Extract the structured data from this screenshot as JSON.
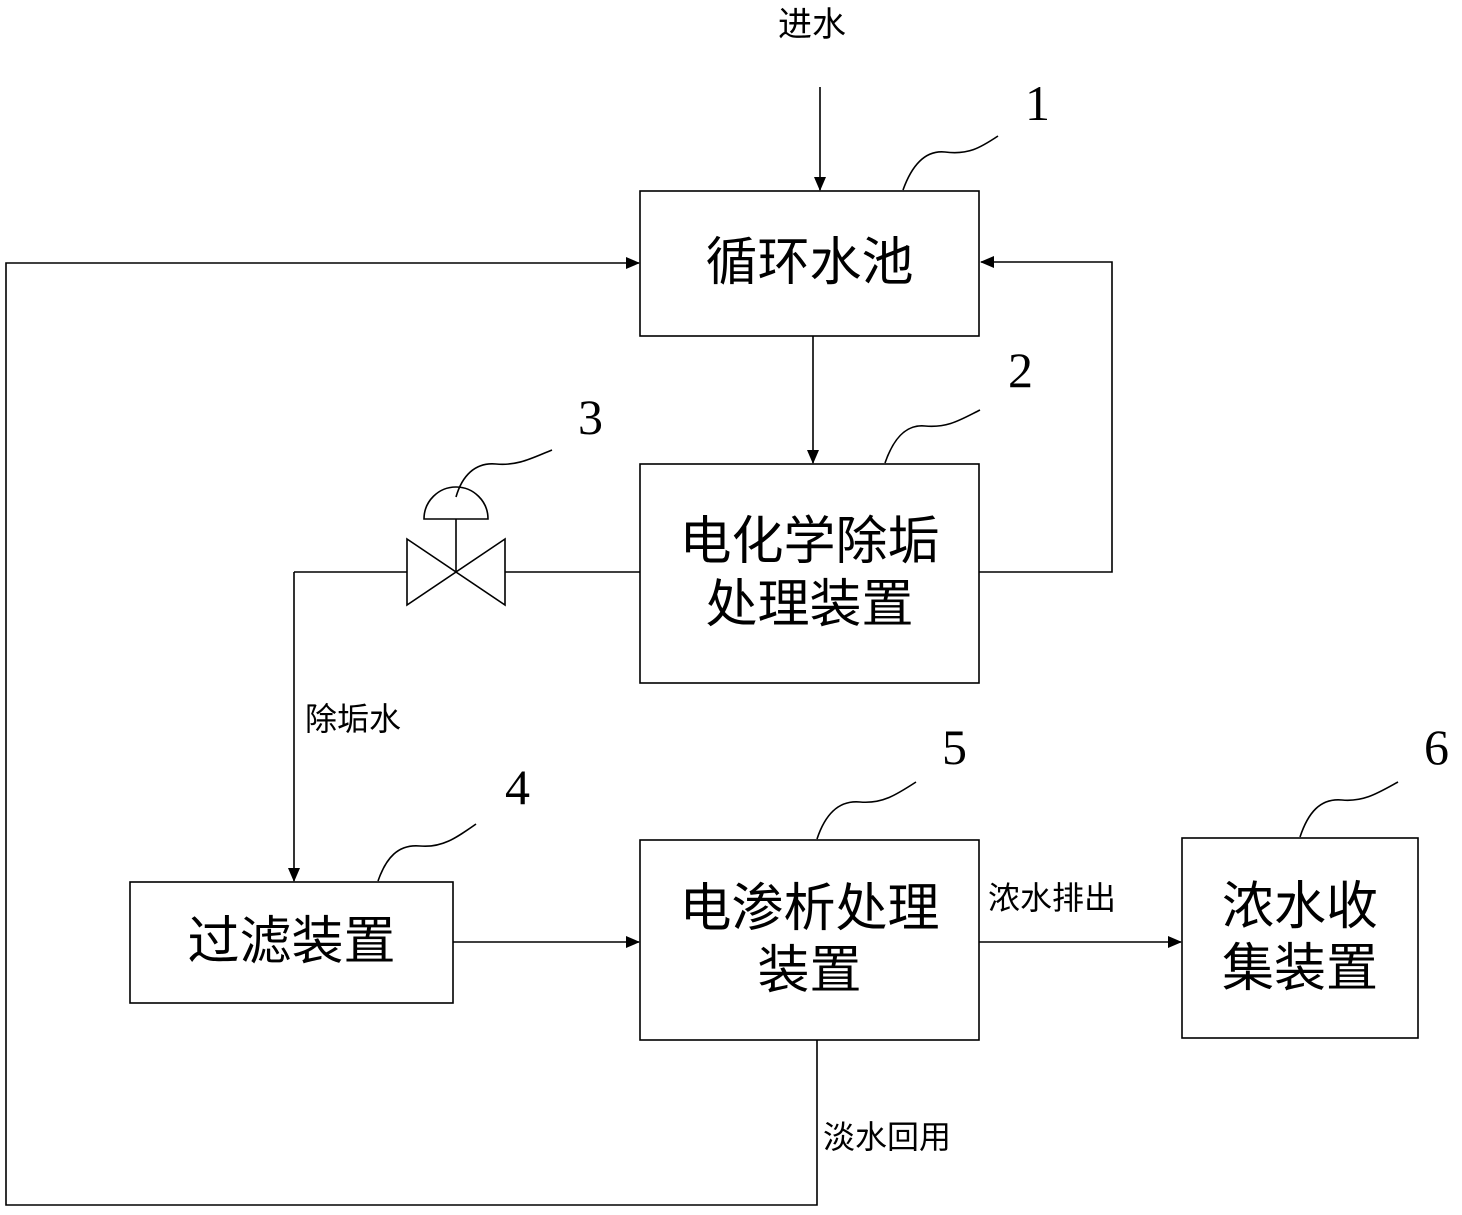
{
  "diagram": {
    "inlet_label": "进水",
    "boxes": {
      "tank": {
        "line1": "循环水池",
        "line2": ""
      },
      "electrochem": {
        "line1": "电化学除垢",
        "line2": "处理装置"
      },
      "filter": {
        "line1": "过滤装置",
        "line2": ""
      },
      "electrodialysis": {
        "line1": "电渗析处理",
        "line2": "装置"
      },
      "collector": {
        "line1": "浓水收",
        "line2": "集装置"
      }
    },
    "numbers": {
      "n1": "1",
      "n2": "2",
      "n3": "3",
      "n4": "4",
      "n5": "5",
      "n6": "6"
    },
    "flow_labels": {
      "descaled_water": "除垢水",
      "concentrate_out": "浓水排出",
      "fresh_reuse": "淡水回用"
    }
  }
}
